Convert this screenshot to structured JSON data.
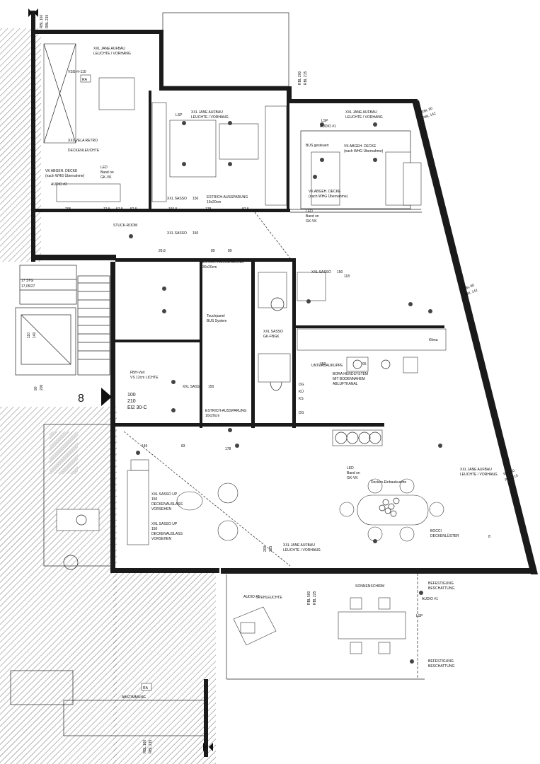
{
  "elevations": {
    "top_left": [
      "RBL 160",
      "RBL 215"
    ],
    "top_center": [
      "RBL 200",
      "RBL 215"
    ],
    "right_top": [
      "RBL 80",
      "RBL 142"
    ],
    "right_mid": [
      "RBL 80",
      "RBL 142"
    ],
    "right_low": [
      "RBL 50",
      "RBL 215"
    ],
    "center_bottom": [
      "RBL 500",
      "RBL 225"
    ],
    "bottom_left": [
      "RBL 160",
      "RBL 215"
    ],
    "corridor": [
      "200",
      "225"
    ]
  },
  "stair": {
    "label1": "17 STG",
    "label2": "17,05/27"
  },
  "elevator": {
    "w": "110",
    "h": "140"
  },
  "door_main": {
    "l1": "90",
    "l2": "200"
  },
  "apartment_number": "8",
  "entrance": {
    "l1": "100",
    "l2": "210",
    "l3": "EI2 30-C"
  },
  "ra_tags": [
    "RA",
    "RA"
  ],
  "room_labels": {
    "bedroom": [
      "XXL JANE AUFBAU",
      "LEUCHTE / VORHANG"
    ],
    "vsg": "VSG-H-110",
    "rack_name": "XXL VELA RETRO",
    "rack_sub": "DECKENLEUCHTE",
    "abgeh": [
      "VK ABGEH. DECKE",
      "(nach WHG Übernahme)"
    ],
    "led_band": [
      "LED",
      "Band on",
      "GK-VK"
    ],
    "sasso_list": [
      "XXL SASSO",
      "150",
      "XXL SASSO",
      "150",
      "XXL SASSO",
      "150",
      "XXL SASSO",
      "150"
    ],
    "lsp": [
      "LSP",
      "LSP",
      "LSP"
    ],
    "audio": [
      "AUDIO #1",
      "AUDIO #2",
      "AUDIO #1",
      "AUDIO #1"
    ],
    "estrich": [
      "ESTRICH-AUSSPARUNG",
      "10x20cm",
      "ESTRICH-AUSSPARUNG",
      "30x20cm",
      "ESTRICH-AUSSPARUNG",
      "10x20cm"
    ],
    "bus": [
      "Touchpanel",
      "BUS System"
    ],
    "bus2": [
      "BUS gesteuert"
    ],
    "fbh": [
      "FBH-Vert",
      "VS 12cm LICHTE"
    ],
    "uv": [
      "UNTERBAUKUPPE"
    ],
    "kombi": [
      "BORA HERDSYSTEM",
      "MIT BODENNAHEM",
      "ABLUFTKANAL"
    ],
    "klima": [
      "Klima"
    ],
    "bocci": [
      "BOCCI",
      "DECKENLÜSTER"
    ],
    "decken_einbau": [
      "Decken-Einbauleuchte"
    ],
    "xxl_jane_2": [
      "XXL JANE AUFBAU",
      "LEUCHTE / VORHANG"
    ],
    "xxl_jane_3": [
      "XXL JANE AUFBAU",
      "LEUCHTE / VORHANG"
    ],
    "xxl_jane_4": [
      "XXL JANE AUFBAU",
      "LEUCHTE / VORHANG"
    ],
    "sasso_up": [
      "XXL SASSO UP",
      "150",
      "DECKENAUSLASS",
      "VORSEHEN"
    ],
    "sasso_up2": [
      "XXL SASSO UP",
      "150",
      "DECKENAUSLASS",
      "VORSEHEN"
    ],
    "sonnenschirm": "SONNENSCHIRM",
    "stehleuchte": "STEHLEUCHTE",
    "befestigung": [
      "BEFESTIGUNG",
      "BESCHATTUNG"
    ],
    "befestigung2": [
      "BEFESTIGUNG",
      "BESCHATTUNG"
    ],
    "abstimmung": "ABSTIMMUNG",
    "stuckroom": [
      "STUCK-ROOM"
    ],
    "dims": [
      "205",
      "12.5",
      "57.5",
      "52.5",
      "166.5",
      "178",
      "87.5",
      "26.8",
      "89",
      "89",
      "118",
      "83",
      "149",
      "178",
      "153",
      "65",
      "12.5",
      "8"
    ],
    "kitchen_codes": [
      "DG",
      "KS",
      "KÜ",
      "DG"
    ],
    "bathroom": [
      "XXL SASSO",
      "GK-FBGK"
    ]
  }
}
